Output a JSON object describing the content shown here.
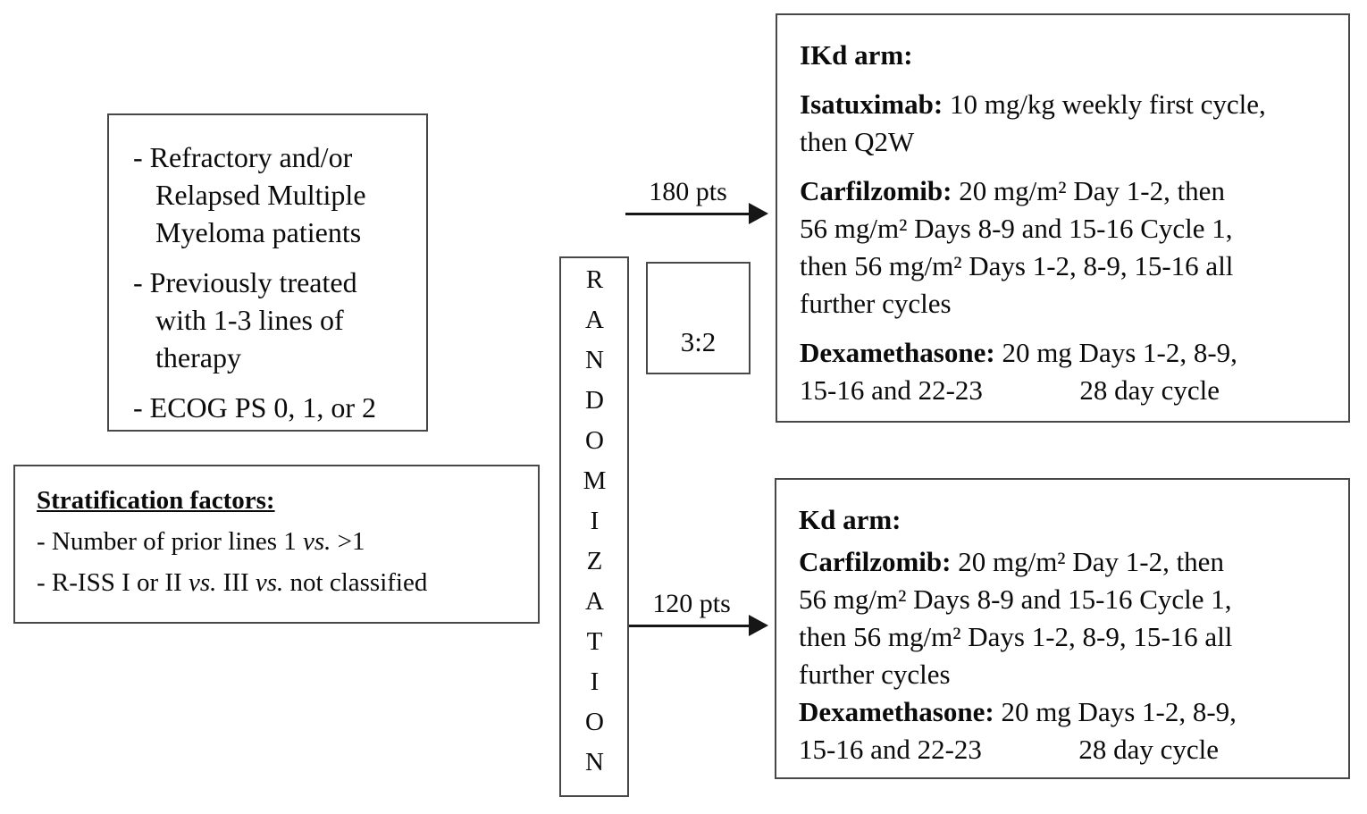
{
  "colors": {
    "border": "#484848",
    "text": "#0b0b0b",
    "arrow": "#161616"
  },
  "eligibility": {
    "items": [
      "- Refractory and/or\nRelapsed Multiple\nMyeloma patients",
      "- Previously treated\nwith 1-3 lines of\ntherapy",
      "- ECOG PS 0, 1, or 2"
    ]
  },
  "stratification": {
    "title": "Stratification factors:",
    "factor1": {
      "p1": "- Number of prior lines 1 ",
      "v1": "vs.",
      "p2": " >1"
    },
    "factor2": {
      "p1": "- R-ISS I or II ",
      "v1": "vs.",
      "p2": " III ",
      "v2": "vs.",
      "p3": " not classified"
    }
  },
  "randomization": {
    "label": "RANDOMIZATION"
  },
  "ratio": {
    "label": "3:2"
  },
  "arrows": {
    "ikd": {
      "label": "180 pts"
    },
    "kd": {
      "label": "120 pts"
    }
  },
  "arms": {
    "ikd": {
      "title": "IKd arm:",
      "isatuximab_label": "Isatuximab:",
      "isatuximab_text": " 10 mg/kg weekly first cycle,\nthen Q2W",
      "carfilzomib_label": "Carfilzomib:",
      "carfilzomib_text": " 20 mg/m² Day 1-2, then\n56 mg/m² Days 8-9 and 15-16 Cycle 1,\nthen 56 mg/m² Days 1-2, 8-9, 15-16 all\nfurther cycles",
      "dexamethasone_label": "Dexamethasone:",
      "dexamethasone_text": " 20 mg Days 1-2, 8-9,\n15-16 and 22-23              28 day cycle"
    },
    "kd": {
      "title": "Kd arm:",
      "carfilzomib_label": "Carfilzomib:",
      "carfilzomib_text": " 20 mg/m² Day 1-2, then\n56 mg/m² Days 8-9 and 15-16 Cycle 1,\nthen 56 mg/m² Days 1-2, 8-9, 15-16 all\nfurther cycles",
      "dexamethasone_label": "Dexamethasone:",
      "dexamethasone_text": " 20 mg Days 1-2, 8-9,\n15-16 and 22-23              28 day cycle"
    }
  }
}
